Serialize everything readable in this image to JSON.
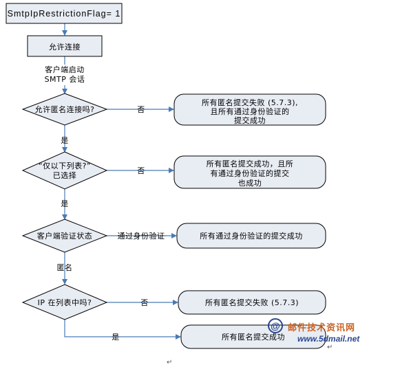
{
  "start_box": "SmtpIpRestrictionFlag= 1",
  "allow_box": "允许连接",
  "session_line1": "客户端启动",
  "session_line2": "SMTP  会话",
  "decision1": "允许匿名连接吗?",
  "decision2_line1": "“仅以下列表?”",
  "decision2_line2": "已选择",
  "decision3": "客户端验证状态",
  "decision4": "IP  在列表中吗?",
  "labels": {
    "no1": "否",
    "no2": "否",
    "no4": "否",
    "yes1": "是",
    "yes2": "是",
    "yes4": "是",
    "authenticated": "通过身份验证",
    "anonymous": "匿名"
  },
  "result1": [
    "所有匿名提交失败 (5.7.3),",
    "且所有通过身份验证的",
    "提交成功"
  ],
  "result2": [
    "所有匿名提交成功，且所",
    "有通过身份验证的提交",
    "也成功"
  ],
  "result3": "所有通过身份验证的提交成功",
  "result4": "所有匿名提交失败 (5.7.3)",
  "result5": "所有匿名提交成功",
  "watermark": {
    "cn": "邮件技术资讯网",
    "url": "www.5dmail.net",
    "logo_char": "@"
  },
  "return_mark": "↵",
  "colors": {
    "box_fill": "#e8ecf3",
    "border": "#000000",
    "arrow": "#4a7ab5"
  }
}
